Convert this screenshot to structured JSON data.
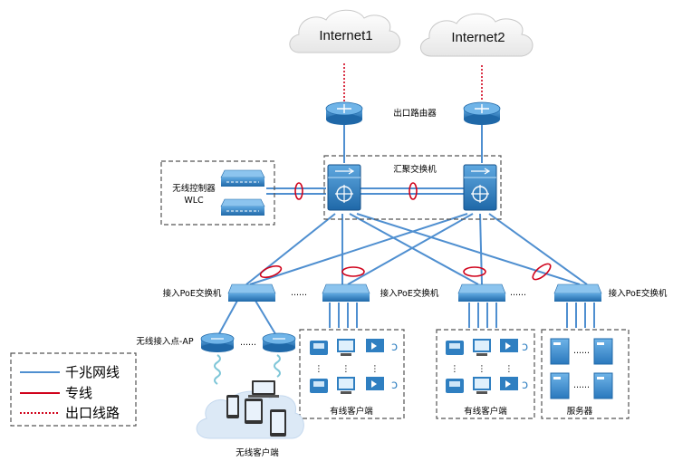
{
  "clouds": {
    "left": "Internet1",
    "right": "Internet2"
  },
  "labels": {
    "egress_router": "出口路由器",
    "aggregation_switch": "汇聚交换机",
    "wlc_name": "无线控制器",
    "wlc_abbr": "WLC",
    "poe_switch": "接入PoE交换机",
    "wireless_ap": "无线接入点-AP",
    "wired_clients": "有线客户端",
    "wireless_clients": "无线客户端",
    "servers": "服务器",
    "ellipsis": "......",
    "vdots": "⋮"
  },
  "legend": [
    {
      "text": "千兆网线",
      "color": "#4f8fd0",
      "style": "solid"
    },
    {
      "text": "专线",
      "color": "#d0021b",
      "style": "solid"
    },
    {
      "text": "出口线路",
      "color": "#d0021b",
      "style": "dotted"
    }
  ],
  "colors": {
    "link": "#4f8fd0",
    "leased": "#d0021b",
    "device": "#2f7fc1"
  }
}
